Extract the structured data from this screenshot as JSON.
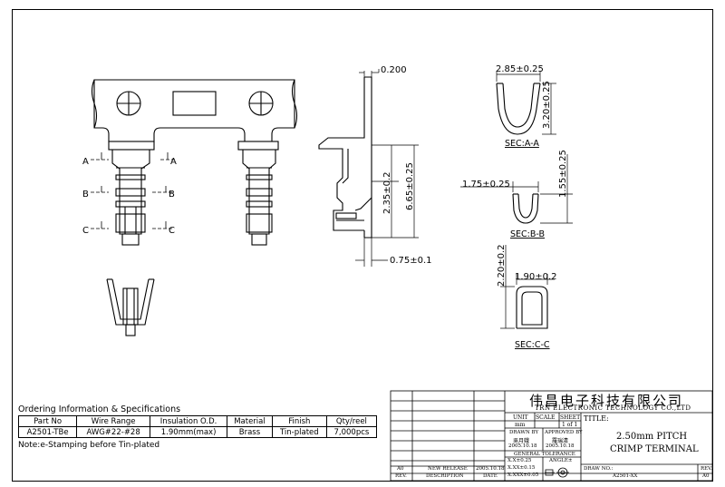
{
  "dimensions": {
    "thickness": "0.200",
    "sec_aa_width": "2.85±0.25",
    "sec_aa_height": "3.20±0.25",
    "sec_bb_width": "1.75±0.25",
    "sec_bb_height": "1.55±0.25",
    "side_height_small": "2.35±0.2",
    "side_height_large": "6.65±0.25",
    "side_offset": "0.75±0.1",
    "sec_cc_height": "2.20±0.2",
    "sec_cc_width": "1.90±0.2"
  },
  "section_letters": {
    "a": "A",
    "b": "B",
    "c": "C"
  },
  "section_labels": {
    "aa": "SEC:A-A",
    "bb": "SEC:B-B",
    "cc": "SEC:C-C"
  },
  "spec": {
    "heading": "Ordering Information & Specifications",
    "columns": [
      "Part No",
      "Wire Range",
      "Insulation O.D.",
      "Material",
      "Finish",
      "Qty/reel"
    ],
    "row": [
      "A2501-TBe",
      "AWG#22-#28",
      "1.90mm(max)",
      "Brass",
      "Tin-plated",
      "7,000pcs"
    ],
    "note": "Note:e-Stamping before Tin-plated"
  },
  "title_block": {
    "company_cn": "伟昌电子科技有限公司",
    "company_en": "TRN ELECTRONIC TECHNOLOGY CO.,LTD",
    "unit_label": "UNIT",
    "unit_value": "mm",
    "scale_label": "SCALE",
    "sheet_label": "SHEET",
    "sheet_value": "1 of 1",
    "title_label": "TITLE:",
    "title_line1": "2.50mm PITCH",
    "title_line2": "CRIMP TERMINAL",
    "drawn_by_label": "DRAWN BY",
    "drawn_by_name": "吳月娥",
    "drawn_date": "2005.10.18",
    "approved_by_label": "APPROVED BY",
    "approved_by_name": "羅瑞清",
    "approved_date": "2005.10.18",
    "general_tolerance": "GENERAL TOLERANCE",
    "tol_1": "X.X±0.25",
    "tol_2": "X.XX±0.15",
    "tol_3": "X.XXX±0.05",
    "angle_label": "ANGLE±",
    "rev_code": "A0",
    "rev_desc": "NEW RELEASE",
    "rev_date": "2005.10.18",
    "rev_col": "REV.",
    "desc_col": "DESCRIPTION",
    "date_col": "DATE",
    "drawing_no_label": "DRAW NO.:",
    "drawing_no": "A2501-XX",
    "rev_label": "REV.",
    "rev_value": "A0"
  }
}
